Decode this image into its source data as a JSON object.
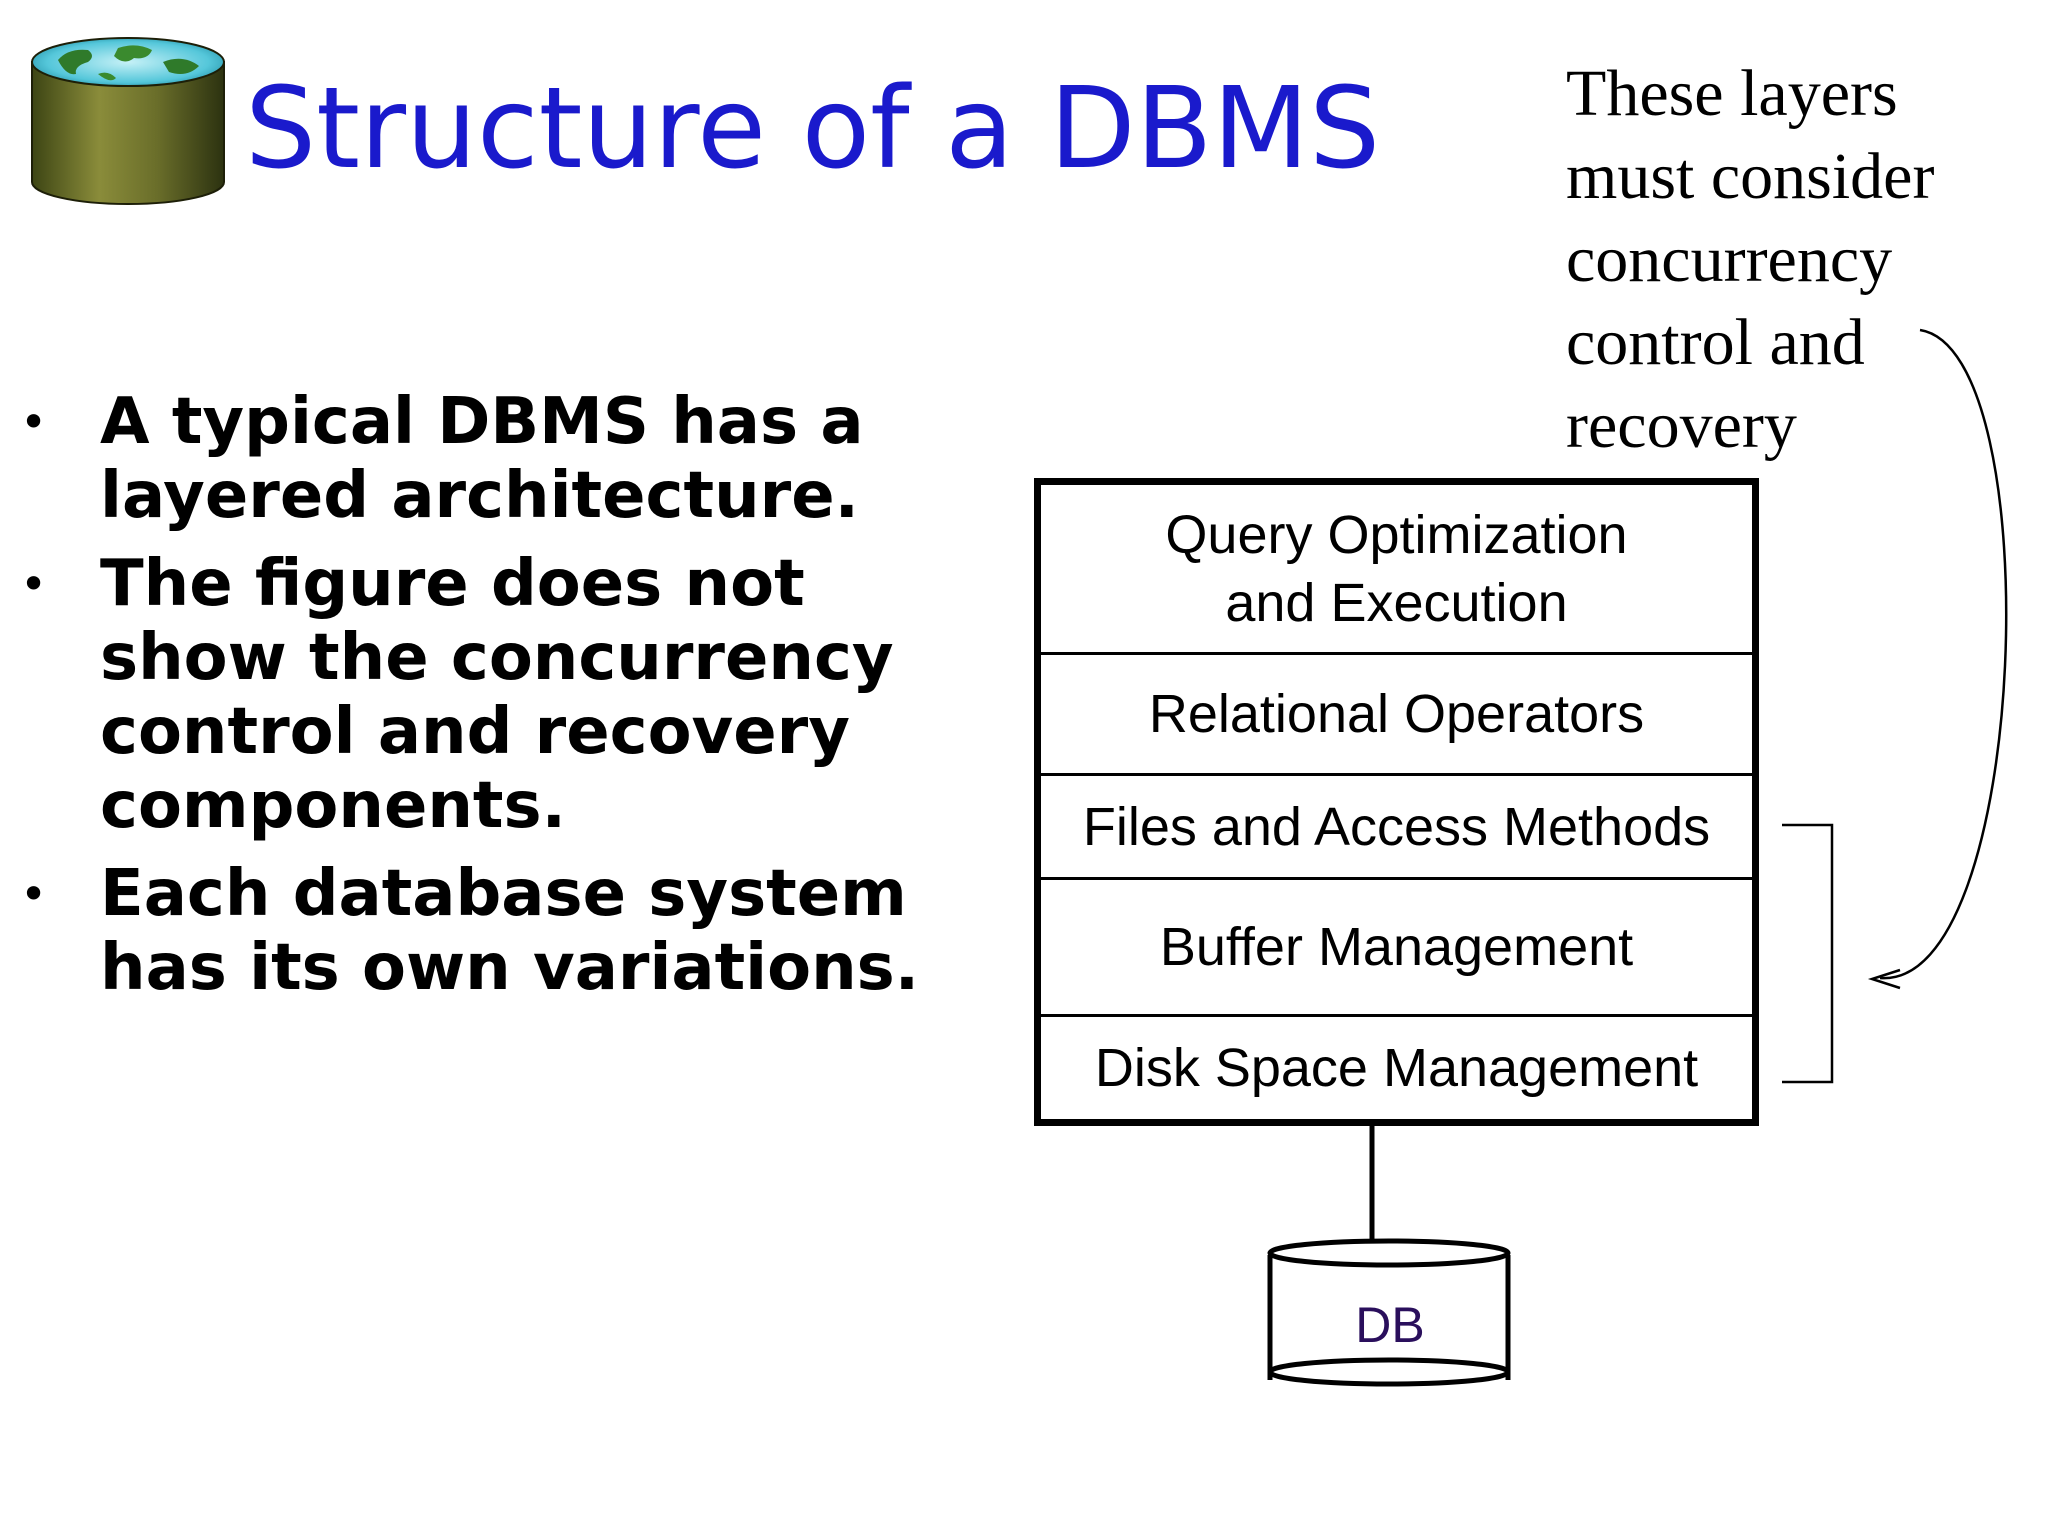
{
  "slide": {
    "title": "Structure of a DBMS",
    "bullets": [
      "A typical DBMS has a layered architecture.",
      "The figure does not show the concurrency control and recovery components.",
      "Each database system has its own variations."
    ],
    "bullet_symbol": "•"
  },
  "note": {
    "lines": [
      "These layers",
      "must consider",
      "concurrency",
      "control and",
      "recovery"
    ]
  },
  "layers": [
    {
      "lines": [
        "Query Optimization",
        "and Execution"
      ]
    },
    {
      "lines": [
        "Relational Operators"
      ]
    },
    {
      "lines": [
        "Files and Access Methods"
      ]
    },
    {
      "lines": [
        "Buffer Management"
      ]
    },
    {
      "lines": [
        "Disk Space Management"
      ]
    }
  ],
  "db": {
    "label": "DB",
    "label_color": "#2a0f5c"
  },
  "colors": {
    "title": "#1a1acc",
    "text": "#000000"
  },
  "icons": {
    "logo": "database-globe-icon"
  }
}
